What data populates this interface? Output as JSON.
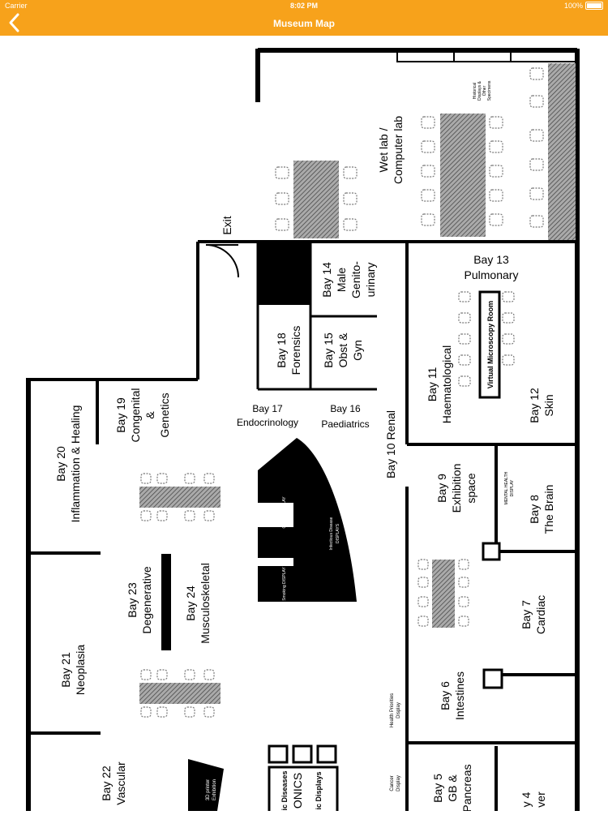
{
  "status_bar": {
    "carrier": "Carrier",
    "time": "8:02 PM",
    "battery": "100%"
  },
  "nav": {
    "title": "Museum Map"
  },
  "map": {
    "exit": "Exit",
    "wet_lab": [
      "Wet lab /",
      "Computer lab"
    ],
    "historical": [
      "Historical",
      "Displays &",
      "Other",
      "Specimens"
    ],
    "bay13": [
      "Bay 13",
      "Pulmonary"
    ],
    "bay14": [
      "Bay 14",
      "Male",
      "Genito-",
      "urinary"
    ],
    "bay15": [
      "Bay 15",
      "Obst &",
      "Gyn"
    ],
    "bay18": [
      "Bay 18",
      "Forensics"
    ],
    "bay17": [
      "Bay 17",
      "Endocrinology"
    ],
    "bay16": [
      "Bay 16",
      "Paediatrics"
    ],
    "bay10": "Bay 10 Renal",
    "bay11": [
      "Bay 11",
      "Haematological"
    ],
    "bay12": [
      "Bay 12",
      "Skin"
    ],
    "virtual_room": "Virtual Microscopy Room",
    "bay9": [
      "Bay 9",
      "Exhibition",
      "space"
    ],
    "mental_health": [
      "MENTAL HEALTH",
      "DISPLAY"
    ],
    "bay8": [
      "Bay 8",
      "The Brain"
    ],
    "bay7": [
      "Bay 7",
      "Cardiac"
    ],
    "bay6": [
      "Bay 6",
      "Intestines"
    ],
    "health_priorities": [
      "Health Priorities",
      "Display"
    ],
    "cancer": [
      "Cancer",
      "Display"
    ],
    "bay5": [
      "Bay 5",
      "GB &",
      "Pancreas"
    ],
    "bay4": [
      "y 4",
      "ver"
    ],
    "bay20": [
      "Bay 20",
      "Inflammation & Healing"
    ],
    "bay19": [
      "Bay 19",
      "Congenital",
      "&",
      "Genetics"
    ],
    "bay21": [
      "Bay 21",
      "Neoplasia"
    ],
    "bay22": [
      "Bay 22",
      "Vascular"
    ],
    "bay23": [
      "Bay 23",
      "Degenerative"
    ],
    "bay24": [
      "Bay 24",
      "Musculoskeletal"
    ],
    "obesity": [
      "Obesity",
      "DISPLAY"
    ],
    "smoking": [
      "Smoking",
      "DISPLAY"
    ],
    "infectious": [
      "Infectious Disease",
      "DISPLAYS"
    ],
    "printer": [
      "3D printer",
      "Exhibition"
    ],
    "onics": "ONICS",
    "bottom_left_text": "ic Diseases",
    "bottom_right_text": "ic Displays"
  }
}
